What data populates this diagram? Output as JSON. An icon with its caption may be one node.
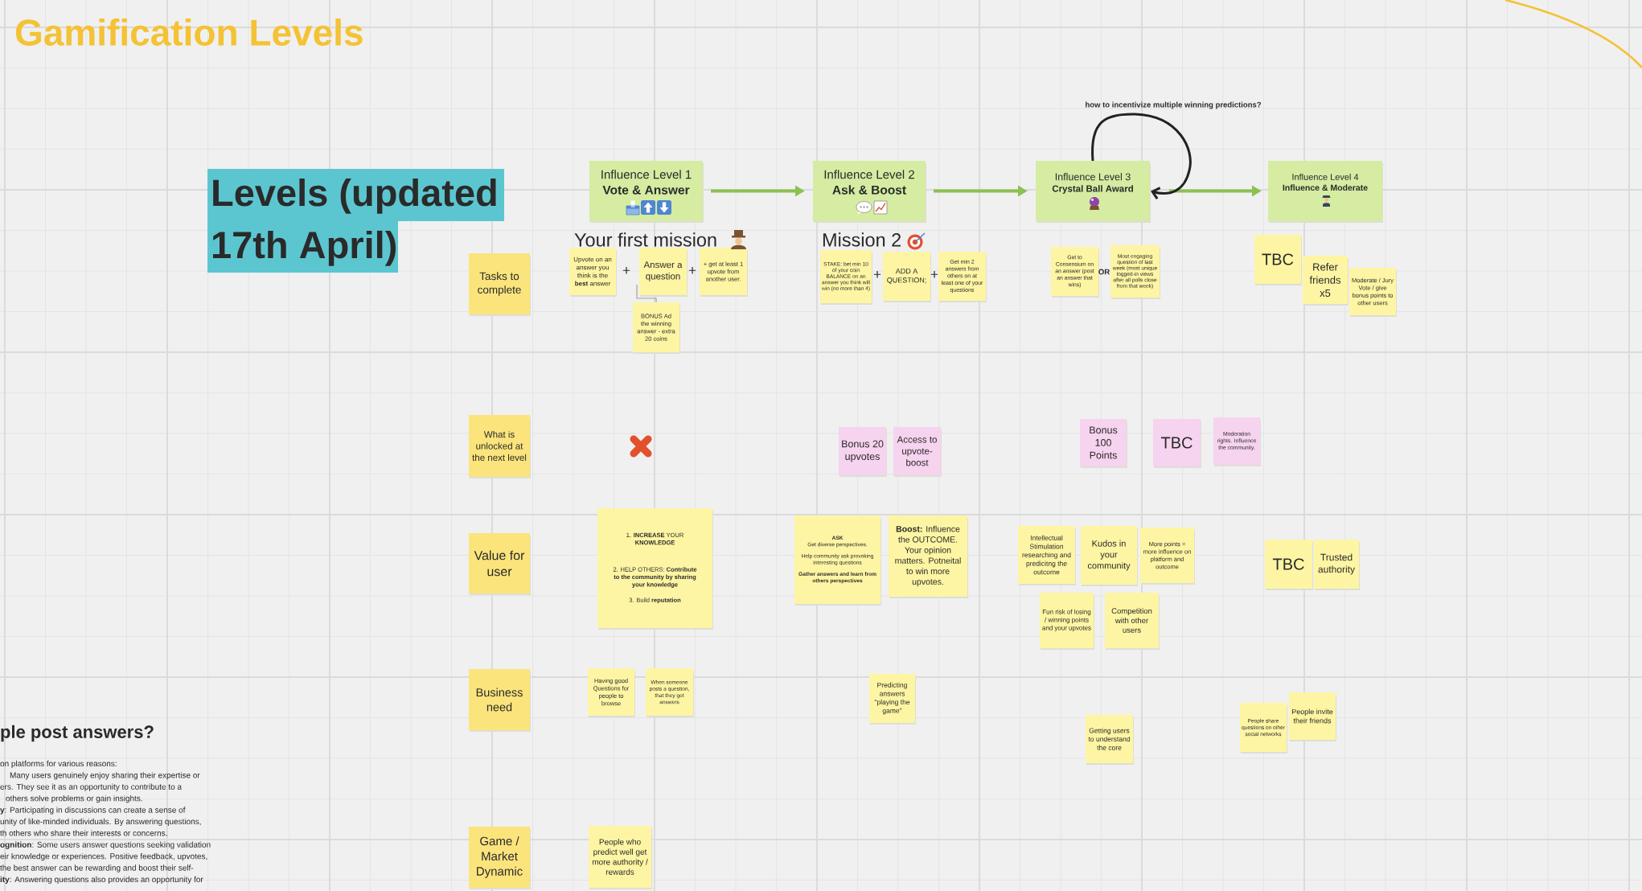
{
  "diagram": {
    "title": "Gamification Levels",
    "nodes": [
      {
        "text": [
          "Levels (updated 17th April)"
        ]
      },
      {
        "text": [
          "Influence Level 1",
          "Vote & Answer"
        ]
      },
      {
        "text": [
          "Influence Level 2",
          "Ask & Boost"
        ]
      },
      {
        "text": [
          "Influence Level 3",
          "Crystal Ball Award"
        ]
      },
      {
        "text": [
          "Influence Level 4",
          "Influence & Moderate"
        ]
      },
      {
        "text": [
          "Tasks to complete"
        ]
      },
      {
        "text": [
          "Upvote on an answer you think is the **best** answer"
        ]
      },
      {
        "text": [
          "Answer a question"
        ]
      },
      {
        "text": [
          "+ get at least 1 upvote from another user."
        ]
      },
      {
        "text": [
          "BONUS Ad the winning answer - extra 20 coins"
        ]
      },
      {
        "text": [
          "STAKE: bet min 10 of your coin BALANCE on an answer you think will win (no more than 4)"
        ]
      },
      {
        "text": [
          "ADD A QUESTION;"
        ]
      },
      {
        "text": [
          "Get min 2 answers from others on at least one of your questions"
        ]
      },
      {
        "text": [
          "Get to Consensium on an answer (post an answer that wins)"
        ]
      },
      {
        "text": [
          "Most engaging question of last week (most unique logged-in views after all polls close from that week)"
        ]
      },
      {
        "text": [
          "TBC"
        ]
      },
      {
        "text": [
          "Refer friends x5"
        ]
      },
      {
        "text": [
          "Moderate / Jury Vote / give bonus points to other users"
        ]
      },
      {
        "text": [
          "What is unlocked at the next level"
        ]
      },
      {
        "text": [
          "Bonus 20 upvotes"
        ]
      },
      {
        "text": [
          "Access to upvote-boost"
        ]
      },
      {
        "text": [
          "Bonus 100 Points"
        ]
      },
      {
        "text": [
          "TBC"
        ]
      },
      {
        "text": [
          "Moderation rights. Influence the community."
        ]
      },
      {
        "text": [
          "Value for user"
        ]
      },
      {
        "text": [
          "1. **INCREASE** YOUR **KNOWLEDGE**",
          "2. HELP OTHERS: **Contribute to the community by sharing your knowledge**",
          "3. Build **reputation**"
        ]
      },
      {
        "text": [
          "ASK",
          "Get diverse perspectives.",
          "Help community ask provoking interesting questions",
          "Gather answers and learn from others perspectives"
        ]
      },
      {
        "text": [
          "**Boost:** Influence the OUTCOME. Your opinion matters. Potneital to win more upvotes."
        ]
      },
      {
        "text": [
          "Intellectual Stimulation researching and predicitng the outcome"
        ]
      },
      {
        "text": [
          "Kudos in your community"
        ]
      },
      {
        "text": [
          "More points = more influence on platform and outcome"
        ]
      },
      {
        "text": [
          "TBC"
        ]
      },
      {
        "text": [
          "Trusted authority"
        ]
      },
      {
        "text": [
          "Fun risk of losing / winning points and your upvotes"
        ]
      },
      {
        "text": [
          "Competition with other users"
        ]
      },
      {
        "text": [
          "Business need"
        ]
      },
      {
        "text": [
          "Having good Questions for people to browse"
        ]
      },
      {
        "text": [
          "When someone posts a question, that they get answers"
        ]
      },
      {
        "text": [
          "Predicting answers \"playing the game\""
        ]
      },
      {
        "text": [
          "Getting users to understand the core"
        ]
      },
      {
        "text": [
          "People share questions on other social networks"
        ]
      },
      {
        "text": [
          "People invite their friends"
        ]
      },
      {
        "text": [
          "Game / Market Dynamic"
        ]
      },
      {
        "text": [
          "People who predict well get more authority / rewards"
        ]
      }
    ],
    "edges": [
      {
        "from": 1,
        "to": 2,
        "arrow": "to"
      },
      {
        "from": 2,
        "to": 3,
        "arrow": "to"
      },
      {
        "from": 3,
        "to": 4,
        "arrow": "to"
      },
      {
        "from": 3,
        "to": 3,
        "arrow": "to",
        "color": "#222222"
      },
      {
        "from": 7,
        "to": 9,
        "arrow": "none",
        "color": "#a0a0a0"
      }
    ],
    "labels": [
      "how to incentivize multiple winning predictions?",
      "Your first mission",
      "Mission 2",
      "+",
      "+",
      "+",
      "+",
      "OR",
      "ple post answers?",
      "on platforms for various reasons:",
      "Many users genuinely enjoy sharing their expertise or",
      "ers. They see it as an opportunity to contribute to a",
      "others solve problems or gain insights.",
      "**y**: Participating in discussions can create a sense of",
      "unity of like-minded individuals. By answering questions,",
      "th others who share their interests or concerns.",
      "**ognition**: Some users answer questions seeking validation",
      "eir knowledge or experiences. Positive feedback, upvotes,",
      "the best answer can be rewarding and boost their self-",
      "**ity**: Answering questions also provides an opportunity for"
    ]
  }
}
